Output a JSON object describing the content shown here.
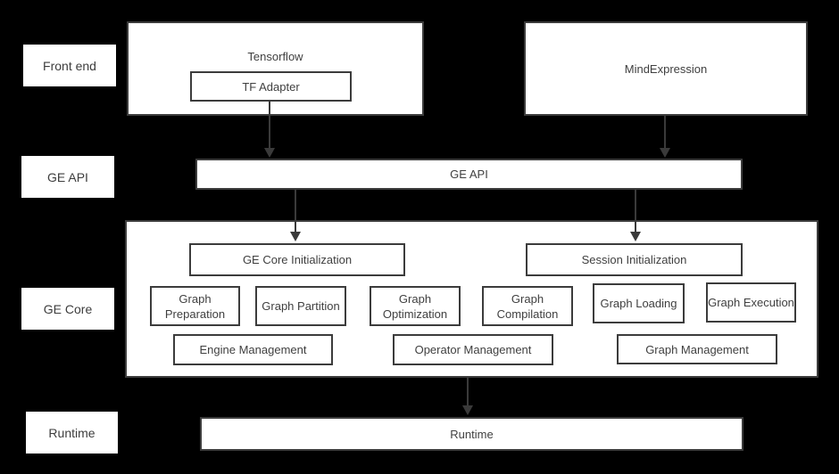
{
  "rail": {
    "front_end": "Front end",
    "ge_api": "GE API",
    "ge_core": "GE Core",
    "runtime": "Runtime"
  },
  "front_end": {
    "tensorflow_label": "Tensorflow",
    "tf_adapter_label": "TF Adapter",
    "mindexpression_label": "MindExpression"
  },
  "api_bar": {
    "label": "GE API"
  },
  "ge_core": {
    "init_boxes": [
      "GE Core Initialization",
      "Session Initialization"
    ],
    "stage_boxes": [
      "Graph Preparation",
      "Graph Partition",
      "Graph Optimization",
      "Graph Compilation",
      "Graph Loading",
      "Graph Execution"
    ],
    "management_boxes": [
      "Engine Management",
      "Operator Management",
      "Graph Management"
    ]
  },
  "runtime_bar": {
    "label": "Runtime"
  },
  "colors": {
    "background": "#000000",
    "box_fill": "#ffffff",
    "box_border": "#3c3c3c",
    "text": "#404040",
    "arrow": "#3a3a3a"
  }
}
